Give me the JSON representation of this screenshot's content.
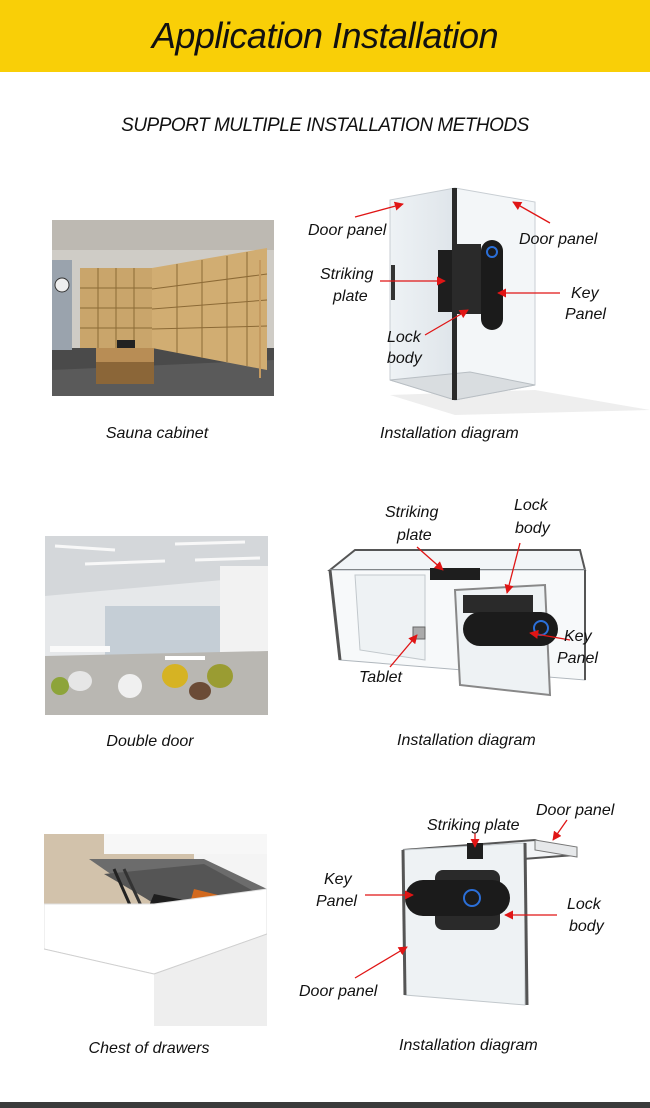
{
  "header": {
    "title": "Application Installation"
  },
  "subtitle": "SUPPORT MULTIPLE INSTALLATION METHODS",
  "sections": [
    {
      "photo_caption": "Sauna cabinet",
      "diagram_caption": "Installation diagram",
      "labels": {
        "door_panel_left": "Door panel",
        "door_panel_right": "Door panel",
        "striking_plate_1": "Striking",
        "striking_plate_2": "plate",
        "key_panel_1": "Key",
        "key_panel_2": "Panel",
        "lock_body_1": "Lock",
        "lock_body_2": "body"
      }
    },
    {
      "photo_caption": "Double door",
      "diagram_caption": "Installation diagram",
      "labels": {
        "striking_plate_1": "Striking",
        "striking_plate_2": "plate",
        "lock_body_1": "Lock",
        "lock_body_2": "body",
        "key_panel_1": "Key",
        "key_panel_2": "Panel",
        "tablet": "Tablet"
      }
    },
    {
      "photo_caption": "Chest of drawers",
      "diagram_caption": "Installation diagram",
      "labels": {
        "striking_plate": "Striking plate",
        "door_panel_top": "Door panel",
        "key_panel_1": "Key",
        "key_panel_2": "Panel",
        "lock_body_1": "Lock",
        "lock_body_2": "body",
        "door_panel_bottom": "Door panel"
      }
    }
  ],
  "colors": {
    "header_bg": "#f9cf07",
    "arrow": "#e01515",
    "lock_dark": "#1b1b1b",
    "key_ring": "#2b6fd8"
  }
}
